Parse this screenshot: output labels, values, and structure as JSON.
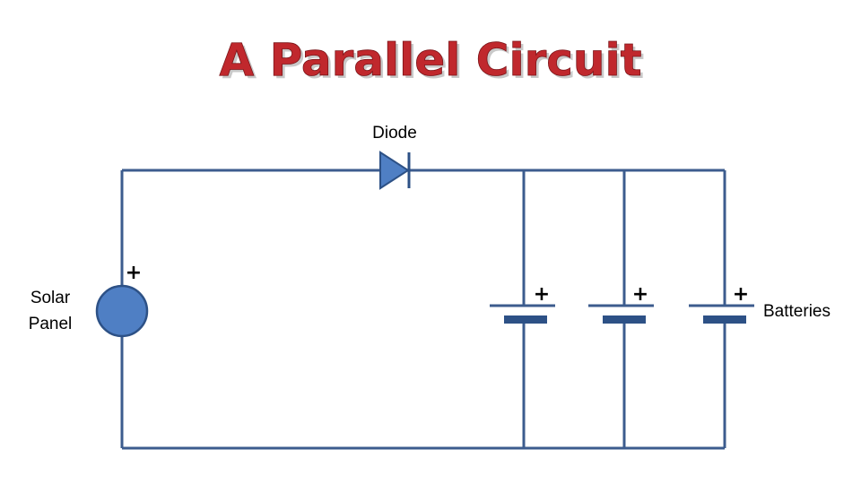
{
  "title": "A Parallel Circuit",
  "diagram": {
    "diode_label": "Diode",
    "solar_panel_label_line1": "Solar",
    "solar_panel_label_line2": "Panel",
    "solar_panel_polarity": "+",
    "batteries_label": "Batteries",
    "battery_polarities": [
      "+",
      "+",
      "+"
    ],
    "colors": {
      "title": "#c0282d",
      "wire": "#3c5c8e",
      "component_fill": "#4f7fc4",
      "component_stroke": "#2d5186"
    }
  }
}
